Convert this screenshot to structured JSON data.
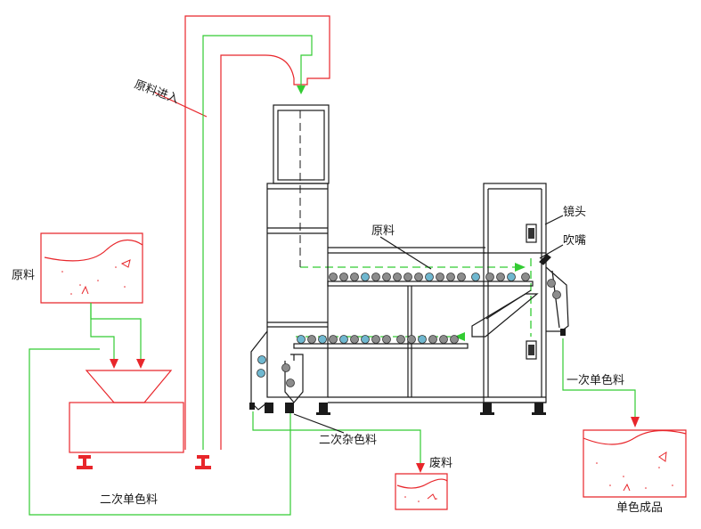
{
  "labels": {
    "raw_material_in": "原料进入",
    "raw_material_left": "原料",
    "raw_material_belt": "原料",
    "lens": "镜头",
    "nozzle": "吹嘴",
    "primary_single_color": "一次单色料",
    "secondary_mixed_color": "二次杂色料",
    "waste": "废料",
    "secondary_single_color": "二次单色料",
    "finished_single_color": "单色成品"
  },
  "colors": {
    "red": "#e8262b",
    "green": "#33cc33",
    "black": "#1a1a1a",
    "ball_grey": "#8c8c8c",
    "ball_blue": "#6fb7cf"
  }
}
